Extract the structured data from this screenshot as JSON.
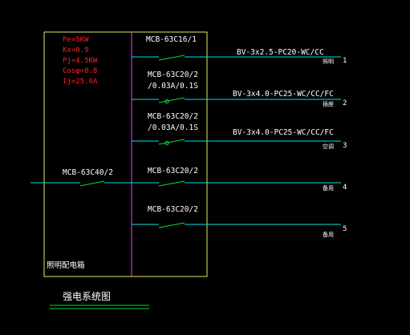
{
  "diagram": {
    "background": "#000000",
    "colors": {
      "box": "#e8e860",
      "busbar": "#ff40ff",
      "circuit": "#00e5e5",
      "switch": "#00e040",
      "text": "#ffffff",
      "params": "#ff2020",
      "underline": "#00dd33"
    },
    "panel_name": "照明配电箱",
    "title": "强电系统图",
    "params": [
      "Pe=5KW",
      "Kx=0.9",
      "Pj=4.5KW",
      "Cosφ=0.8",
      "Ij=25.6A"
    ],
    "incoming_breaker": "MCB-63C40/2",
    "circuits": [
      {
        "breaker": "MCB-63C16/1",
        "rating": "",
        "cable": "BV-3x2.5-PC20-WC/CC",
        "use": "照明",
        "num": "1"
      },
      {
        "breaker": "MCB-63C20/2",
        "rating": "/0.03A/0.1S",
        "cable": "BV-3x4.0-PC25-WC/CC/FC",
        "use": "插座",
        "num": "2"
      },
      {
        "breaker": "MCB-63C20/2",
        "rating": "/0.03A/0.1S",
        "cable": "BV-3x4.0-PC25-WC/CC/FC",
        "use": "空调",
        "num": "3"
      },
      {
        "breaker": "MCB-63C20/2",
        "rating": "",
        "cable": "",
        "use": "备用",
        "num": "4"
      },
      {
        "breaker": "MCB-63C20/2",
        "rating": "",
        "cable": "",
        "use": "备用",
        "num": "5"
      }
    ]
  }
}
